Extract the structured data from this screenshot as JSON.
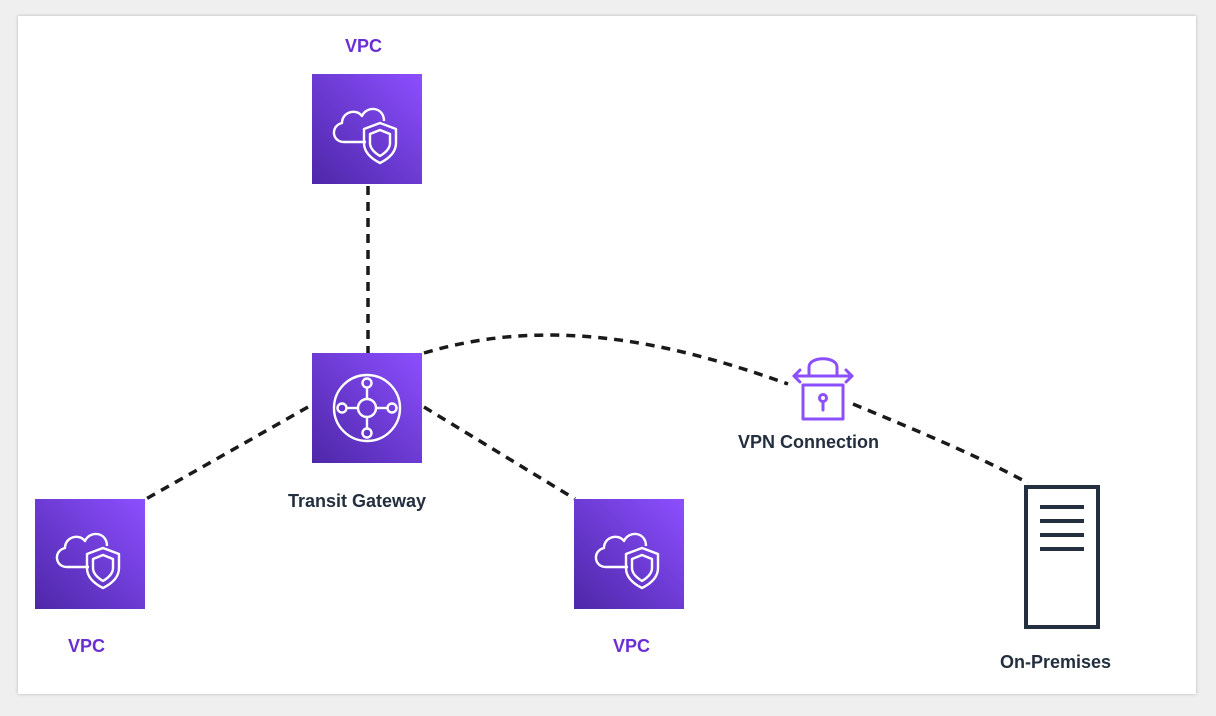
{
  "diagram": {
    "nodes": {
      "vpc_top": {
        "label": "VPC",
        "icon": "vpc-shield-cloud-icon"
      },
      "vpc_left": {
        "label": "VPC",
        "icon": "vpc-shield-cloud-icon"
      },
      "vpc_right": {
        "label": "VPC",
        "icon": "vpc-shield-cloud-icon"
      },
      "transit_gateway": {
        "label": "Transit Gateway",
        "icon": "transit-gateway-hub-icon"
      },
      "vpn_connection": {
        "label": "VPN Connection",
        "icon": "padlock-arrows-icon"
      },
      "on_premises": {
        "label": "On-Premises",
        "icon": "server-rack-icon"
      }
    },
    "edges": [
      {
        "from": "vpc_top",
        "to": "transit_gateway",
        "style": "dashed"
      },
      {
        "from": "transit_gateway",
        "to": "vpc_left",
        "style": "dashed"
      },
      {
        "from": "transit_gateway",
        "to": "vpc_right",
        "style": "dashed"
      },
      {
        "from": "transit_gateway",
        "to": "on_premises",
        "style": "dashed-curve",
        "via": "vpn_connection"
      }
    ],
    "colors": {
      "vpc_gradient_start": "#4d27a8",
      "vpc_gradient_end": "#8c4fff",
      "label_purple": "#6a2fd3",
      "label_dark": "#232f3e",
      "line": "#1a1a1a"
    }
  }
}
